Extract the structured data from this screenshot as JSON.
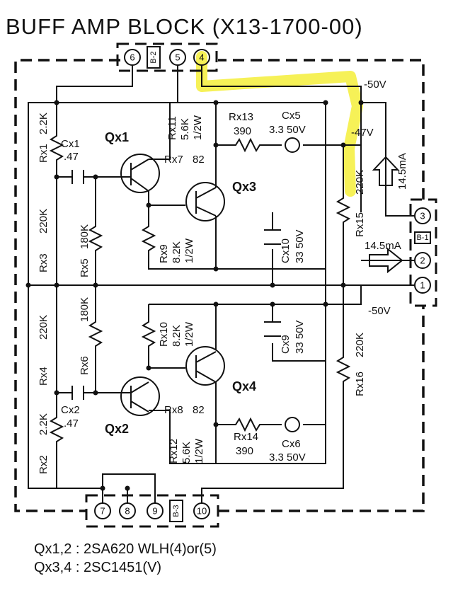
{
  "title": "BUFF AMP BLOCK (X13-1700-00)",
  "connectors": {
    "b2": {
      "label": "B-2",
      "pins": [
        "6",
        "5",
        "4"
      ]
    },
    "b1": {
      "label": "B-1",
      "pins": [
        "3",
        "2",
        "1"
      ]
    },
    "b3": {
      "label": "B-3",
      "pins": [
        "7",
        "8",
        "9",
        "10"
      ]
    }
  },
  "transistors": {
    "qx1": "Qx1",
    "qx2": "Qx2",
    "qx3": "Qx3",
    "qx4": "Qx4"
  },
  "resistors": {
    "rx1": {
      "name": "Rx1",
      "value": "2.2K"
    },
    "rx2": {
      "name": "Rx2",
      "value": "2.2K"
    },
    "rx3": {
      "name": "Rx3",
      "value": "220K"
    },
    "rx4": {
      "name": "Rx4",
      "value": "220K"
    },
    "rx5": {
      "name": "Rx5",
      "value": "180K"
    },
    "rx6": {
      "name": "Rx6",
      "value": "180K"
    },
    "rx7": {
      "name": "Rx7",
      "value": "82"
    },
    "rx8": {
      "name": "Rx8",
      "value": "82"
    },
    "rx9": {
      "name": "Rx9",
      "value": "8.2K",
      "rating": "1/2W"
    },
    "rx10": {
      "name": "Rx10",
      "value": "8.2K",
      "rating": "1/2W"
    },
    "rx11": {
      "name": "Rx11",
      "value": "5.6K",
      "rating": "1/2W"
    },
    "rx12": {
      "name": "Rx12",
      "value": "5.6K",
      "rating": "1/2W"
    },
    "rx13": {
      "name": "Rx13",
      "value": "390"
    },
    "rx14": {
      "name": "Rx14",
      "value": "390"
    },
    "rx15": {
      "name": "Rx15",
      "value": "220K"
    },
    "rx16": {
      "name": "Rx16",
      "value": "220K"
    }
  },
  "capacitors": {
    "cx1": {
      "name": "Cx1",
      "value": ".47"
    },
    "cx2": {
      "name": "Cx2",
      "value": ".47"
    },
    "cx5": {
      "name": "Cx5",
      "value": "3.3 50V"
    },
    "cx6": {
      "name": "Cx6",
      "value": "3.3 50V"
    },
    "cx9": {
      "name": "Cx9",
      "value": "33 50V"
    },
    "cx10": {
      "name": "Cx10",
      "value": "33 50V"
    }
  },
  "annotations": {
    "v_plus": "-50V",
    "v_mid": "-47V",
    "v_minus": "-50V",
    "current_top": "14.5mA",
    "current_mid": "14.5mA"
  },
  "footnotes": {
    "line1": "Qx1,2 : 2SA620 WLH(4)or(5)",
    "line2": "Qx3,4 : 2SC1451(V)"
  },
  "highlight_color": "#f5ee3a"
}
